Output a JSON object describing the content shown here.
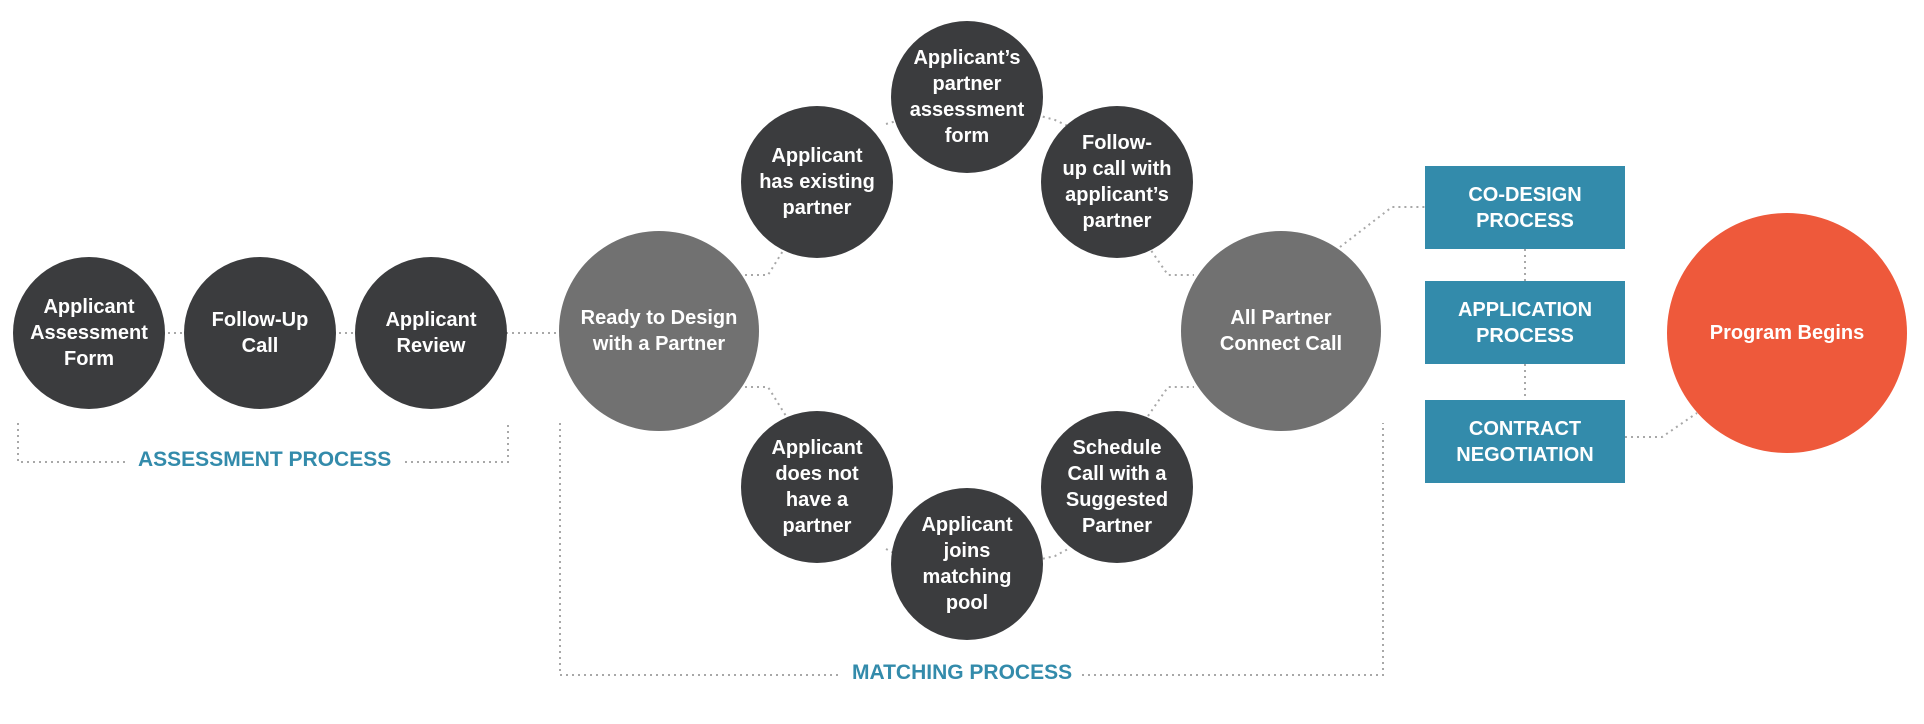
{
  "colors": {
    "dark_node": "#3b3c3e",
    "mid_node": "#717171",
    "accent_orange": "#ee593b",
    "accent_blue": "#338bab",
    "connector": "#a8a8a8"
  },
  "assessment": {
    "nodes": [
      {
        "label": "Applicant\nAssessment\nForm"
      },
      {
        "label": "Follow-Up\nCall"
      },
      {
        "label": "Applicant\nReview"
      }
    ],
    "section_label": "ASSESSMENT PROCESS"
  },
  "matching": {
    "start": "Ready to Design\nwith a Partner",
    "top_branch": [
      {
        "label": "Applicant\nhas existing\npartner"
      },
      {
        "label": "Applicant’s\npartner\nassessment\nform"
      },
      {
        "label": "Follow-\nup call with\napplicant’s\npartner"
      }
    ],
    "bottom_branch": [
      {
        "label": "Applicant\ndoes not\nhave a\npartner"
      },
      {
        "label": "Applicant\njoins\nmatching\npool"
      },
      {
        "label": "Schedule\nCall with a\nSuggested\nPartner"
      }
    ],
    "end": "All Partner\nConnect Call",
    "section_label": "MATCHING PROCESS"
  },
  "final": {
    "boxes": [
      {
        "label": "CO-DESIGN\nPROCESS"
      },
      {
        "label": "APPLICATION\nPROCESS"
      },
      {
        "label": "CONTRACT\nNEGOTIATION"
      }
    ],
    "program": "Program Begins"
  }
}
